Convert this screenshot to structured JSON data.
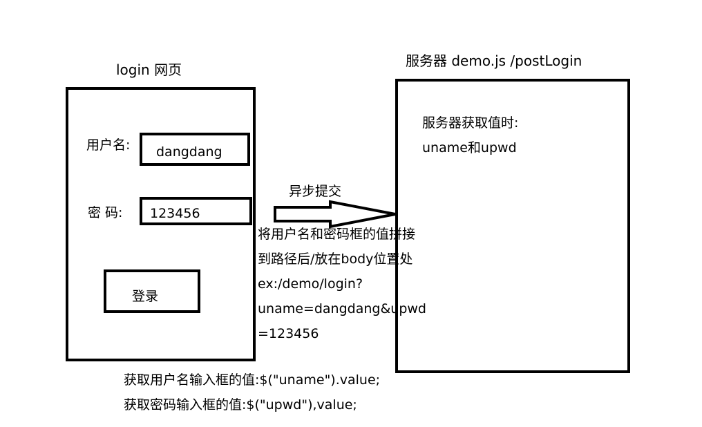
{
  "login_page": {
    "title": "login 网页",
    "username_label": "用户名:",
    "username_value": "dangdang",
    "password_label": "密 码:",
    "password_value": "123456",
    "login_button": "登录"
  },
  "arrow": {
    "label": "异步提交"
  },
  "explanation": {
    "line1": "将用户名和密码框的值拼接",
    "line2": "到路径后/放在body位置处",
    "line3": "ex:/demo/login?",
    "line4": "uname=dangdang&upwd",
    "line5": "=123456"
  },
  "server": {
    "title": "服务器 demo.js  /postLogin",
    "line1": "服务器获取值时:",
    "line2": "uname和upwd"
  },
  "notes": {
    "line1": "获取用户名输入框的值:$(\"uname\").value;",
    "line2": "获取密码输入框的值:$(\"upwd\"),value;"
  }
}
